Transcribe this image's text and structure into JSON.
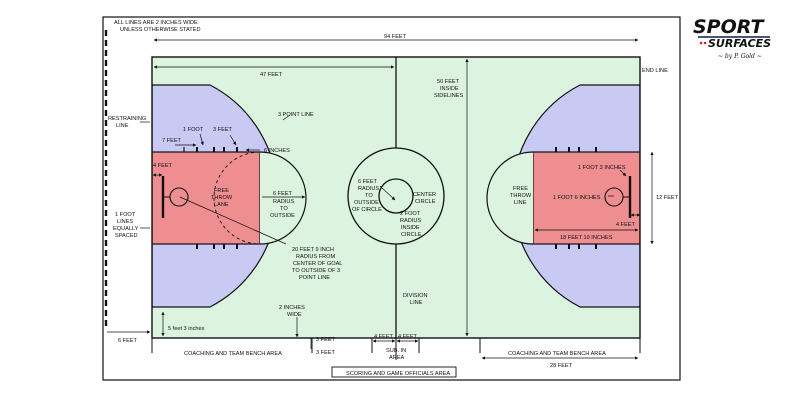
{
  "colors": {
    "court_green": "#dcf3e0",
    "three_point_blue": "#c9caf4",
    "lane_red": "#ee8e91",
    "line": "#111111",
    "logo_dark": "#0f1a4e",
    "logo_red": "#d22630"
  },
  "logo": {
    "word1": "SPORT",
    "word2": "SURFACES",
    "signature": "~ by P. Gold ~"
  },
  "labels": {
    "all_lines_1": "ALL LINES ARE 2 INCHES WIDE",
    "all_lines_2": "UNLESS OTHERWISE STATED",
    "ninety_four_feet": "94 FEET",
    "forty_seven_feet": "47 FEET",
    "fifty_feet_1": "50 FEET",
    "fifty_feet_2": "INSIDE",
    "fifty_feet_3": "SIDELINES",
    "end_line": "END LINE",
    "three_point_line": "3 POINT LINE",
    "restraining_1": "RESTRAINING",
    "restraining_2": "LINE",
    "one_foot": "1 FOOT",
    "three_feet": "3 FEET",
    "seven_feet": "7 FEET",
    "six_inches": "6 INCHES",
    "four_feet": "4 FEET",
    "free_throw_lane_1": "FREE",
    "free_throw_lane_2": "THROW",
    "free_throw_lane_3": "LANE",
    "six_feet_radius_1": "6 FEET",
    "six_feet_radius_2": "RADIUS",
    "six_feet_radius_3": "TO",
    "six_feet_radius_4": "OUTSIDE",
    "one_foot_lines_1": "1 FOOT",
    "one_foot_lines_2": "LINES",
    "one_foot_lines_3": "EQUALLY",
    "one_foot_lines_4": "SPACED",
    "arc_radius_1": "20 FEET 9 INCH",
    "arc_radius_2": "RADIUS FROM",
    "arc_radius_3": "CENTER OF GOAL",
    "arc_radius_4": "TO OUTSIDE OF 3",
    "arc_radius_5": "POINT LINE",
    "center_radius_1": "6 FEET",
    "center_radius_2": "RADIUS",
    "center_radius_3": "TO",
    "center_radius_4": "OUTSIDE",
    "center_radius_5": "OF CIRCLE",
    "center_circle_1": "CENTER",
    "center_circle_2": "CIRCLE",
    "two_foot_radius_1": "2 FOOT",
    "two_foot_radius_2": "RADIUS",
    "two_foot_radius_3": "INSIDE",
    "two_foot_radius_4": "CIRCLE",
    "division_line_1": "DIVISION",
    "division_line_2": "LINE",
    "two_inches_1": "2 INCHES",
    "two_inches_2": "WIDE",
    "five_feet_three": "5 feet 3 inches",
    "six_feet": "6 FEET",
    "three_feet_a": "3 FEET",
    "three_feet_b": "3 FEET",
    "four_feet_a": "4 FEET",
    "four_feet_b": "4 FEET",
    "sub_in_1": "SUB. IN",
    "sub_in_2": "AREA",
    "bench_left": "COACHING AND TEAM BENCH AREA",
    "bench_right": "COACHING AND TEAM BENCH AREA",
    "twenty_eight_feet": "28 FEET",
    "scoring": "SCORING AND GAME OFFICIALS AREA",
    "right_lane_1": "FREE",
    "right_lane_2": "THROW",
    "right_lane_3": "LINE",
    "one_foot_three": "1 FOOT 3 INCHES",
    "one_foot_six": "1 FOOT 6 INCHES",
    "four_feet_r": "4 FEET",
    "twelve_feet": "12 FEET",
    "eighteen_feet_ten": "18 FEET 10 INCHES"
  }
}
